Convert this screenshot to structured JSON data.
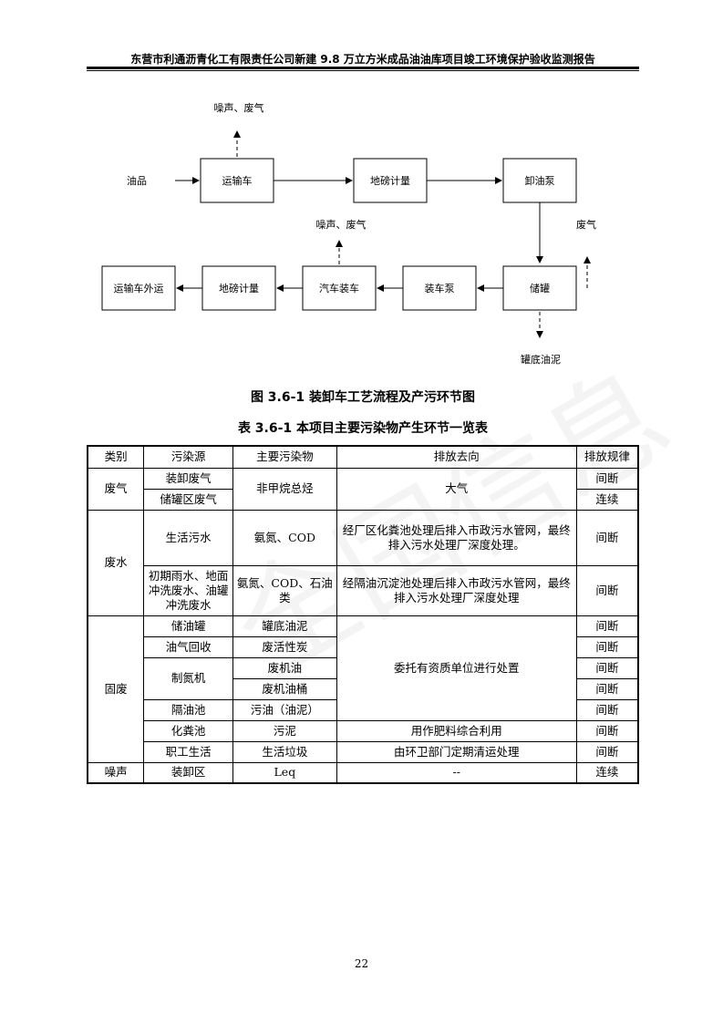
{
  "header": {
    "title": "东营市利通沥青化工有限责任公司新建 9.8 万立方米成品油油库项目竣工环境保护验收监测报告"
  },
  "flow": {
    "input_label": "油品",
    "top_row": [
      "运输车",
      "地磅计量",
      "卸油泵"
    ],
    "bottom_row": [
      "运输车外运",
      "地磅计量",
      "汽车装车",
      "装车泵",
      "储罐"
    ],
    "noise_gas_1": "噪声、废气",
    "noise_gas_2": "噪声、废气",
    "gas": "废气",
    "sludge": "罐底油泥"
  },
  "figure_caption": "图  3.6-1    装卸车工艺流程及产污环节图",
  "table_caption": "表  3.6-1    本项目主要污染物产生环节一览表",
  "table": {
    "headers": [
      "类别",
      "污染源",
      "主要污染物",
      "排放去向",
      "排放规律"
    ],
    "gas": {
      "category": "废气",
      "src1": "装卸废气",
      "src2": "储罐区废气",
      "pollutant": "非甲烷总烃",
      "dest": "大气",
      "reg1": "间断",
      "reg2": "连续"
    },
    "water": {
      "category": "废水",
      "src1": "生活污水",
      "pol1": "氨氮、COD",
      "dest1": "经厂区化粪池处理后排入市政污水管网，最终排入污水处理厂深度处理。",
      "reg1": "间断",
      "src2": "初期雨水、地面冲洗废水、油罐冲洗废水",
      "pol2": "氨氮、COD、石油类",
      "dest2": "经隔油沉淀池处理后排入市政污水管网，最终排入污水处理厂深度处理",
      "reg2": "间断"
    },
    "solid": {
      "category": "固废",
      "src1": "储油罐",
      "pol1": "罐底油泥",
      "reg1": "间断",
      "src2": "油气回收",
      "pol2": "废活性炭",
      "reg2": "间断",
      "src3": "制氮机",
      "pol3a": "废机油",
      "reg3a": "间断",
      "pol3b": "废机油桶",
      "reg3b": "间断",
      "src4": "隔油池",
      "pol4": "污油（油泥）",
      "reg4": "间断",
      "dest_hazard": "委托有资质单位进行处置",
      "src5": "化粪池",
      "pol5": "污泥",
      "dest5": "用作肥料综合利用",
      "reg5": "间断",
      "src6": "职工生活",
      "pol6": "生活垃圾",
      "dest6": "由环卫部门定期清运处理",
      "reg6": "间断"
    },
    "noise": {
      "category": "噪声",
      "src": "装卸区",
      "pol": "Leq",
      "dest": "--",
      "reg": "连续"
    }
  },
  "page_number": "22"
}
